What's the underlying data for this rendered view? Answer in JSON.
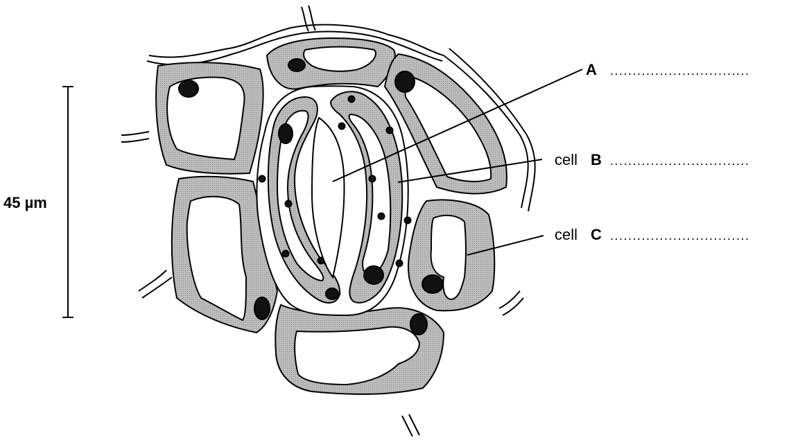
{
  "scale_bar": {
    "text": "45 µm"
  },
  "labels": {
    "a": {
      "letter": "A",
      "dots": "..............................."
    },
    "b": {
      "prefix": "cell",
      "letter": "B",
      "dots": "..............................."
    },
    "c": {
      "prefix": "cell",
      "letter": "C",
      "dots": "..............................."
    }
  },
  "colors": {
    "cytoplasm": "#b4b4b4",
    "outline": "#000000",
    "background": "#ffffff"
  }
}
